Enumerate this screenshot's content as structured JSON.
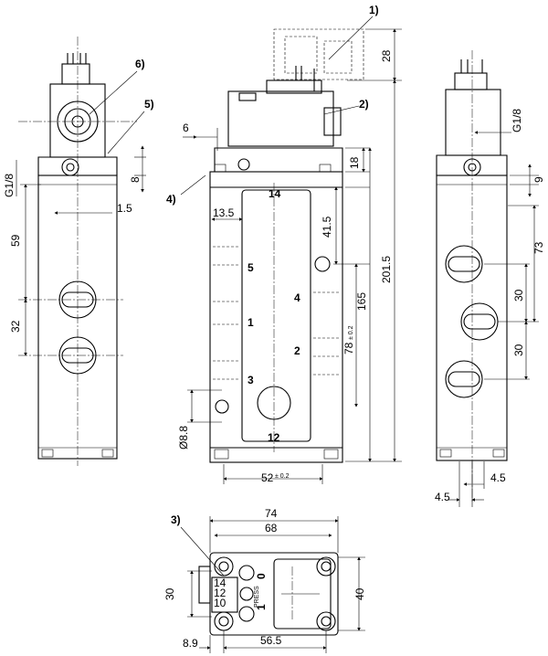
{
  "callouts": {
    "c1": "1)",
    "c2": "2)",
    "c3": "3)",
    "c4": "4)",
    "c5": "5)",
    "c6": "6)"
  },
  "left_view": {
    "port_thread": "G1/8",
    "dim_8": "8",
    "dim_1_5": "1.5",
    "dim_59": "59",
    "dim_32": "32"
  },
  "front_view": {
    "dim_6": "6",
    "dim_28": "28",
    "dim_18": "18",
    "dim_13_5": "13.5",
    "dim_41_5": "41.5",
    "dim_201_5": "201.5",
    "dim_165": "165",
    "dim_78": "78",
    "dim_78_tol": "± 0.2",
    "dim_8_8": "Ø8.8",
    "dim_52": "52",
    "dim_52_tol": "± 0.2",
    "port_14": "14",
    "port_5": "5",
    "port_4": "4",
    "port_1": "1",
    "port_2": "2",
    "port_3": "3",
    "port_12": "12"
  },
  "right_view": {
    "port_thread": "G1/8",
    "dim_9": "9",
    "dim_73": "73",
    "dim_30a": "30",
    "dim_30b": "30",
    "dim_4_5a": "4.5",
    "dim_4_5b": "4.5"
  },
  "bottom_view": {
    "dim_74": "74",
    "dim_68": "68",
    "dim_30": "30",
    "dim_40": "40",
    "dim_8_9": "8.9",
    "dim_56_5": "56.5",
    "label_14": "14",
    "label_12": "12",
    "label_10": "10",
    "label_0": "0",
    "label_1": "1",
    "label_press": "PRESS"
  }
}
